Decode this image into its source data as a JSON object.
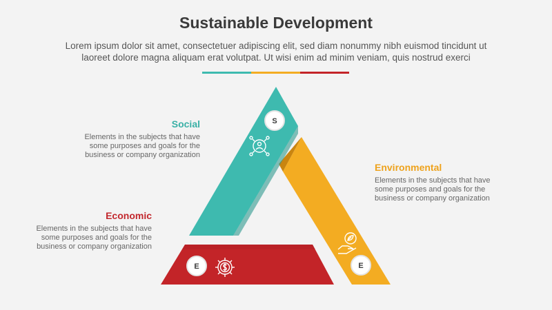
{
  "header": {
    "title": "Sustainable Development",
    "subtitle_line1": "Lorem ipsum dolor sit amet, consectetuer adipiscing elit, sed diam nonummy nibh euismod tincidunt ut",
    "subtitle_line2": "laoreet dolore magna aliquam erat volutpat. Ut wisi enim ad minim veniam, quis nostrud exerci"
  },
  "colors": {
    "social": "#3ebaaf",
    "environmental": "#f3ac22",
    "economic": "#c32428",
    "heading_social": "#3ab0a6",
    "heading_environmental": "#eea21c",
    "heading_economic": "#c2272d"
  },
  "sections": {
    "social": {
      "heading": "Social",
      "desc_line1": "Elements in the subjects that have",
      "desc_line2": "some purposes and goals for the",
      "desc_line3": "business or company organization",
      "badge": "S",
      "icon": "network-people-icon"
    },
    "economic": {
      "heading": "Economic",
      "desc_line1": "Elements in the subjects that have",
      "desc_line2": "some purposes and goals for the",
      "desc_line3": "business or company organization",
      "badge": "E",
      "icon": "dollar-gear-icon"
    },
    "environmental": {
      "heading": "Environmental",
      "desc_line1": "Elements in the subjects that have",
      "desc_line2": "some purposes and goals for the",
      "desc_line3": "business or company organization",
      "badge": "E",
      "icon": "hand-leaf-icon"
    }
  }
}
